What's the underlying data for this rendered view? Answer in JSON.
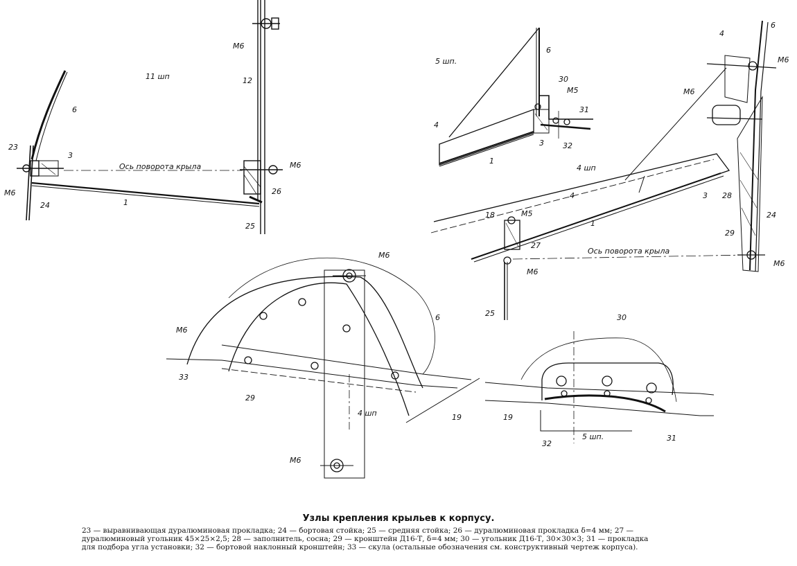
{
  "figure": {
    "title": "Узлы крепления крыльев к корпусу.",
    "legend_lines": [
      "23 — выравнивающая дуралюминовая прокладка; 24 — бортовая стойка; 25 — средняя стойка; 26 — дуралюминовая прокладка δ=4 мм; 27 —",
      "дуралюминовый угольник 45×25×2,5; 28 — заполнитель, сосна; 29 — кронштейн Д16-Т, δ=4 мм; 30 — угольник Д16-Т, 30×30×3; 31 — прокладка",
      "для подбора угла установки; 32 — бортовой наклонный кронштейн; 33 — скула (остальные обозначения см. конструктивный чертеж корпуса)."
    ]
  },
  "labels": {
    "axis_left": "Ось поворота крыла",
    "axis_right": "Ось поворота крыла",
    "frame_11": "11 шп",
    "frame_5_top": "5 шп.",
    "frame_4_right": "4 шп",
    "frame_4_bottom": "4 шп",
    "frame_5_bottom": "5 шп.",
    "m6": "М6",
    "m5": "М5",
    "n1": "1",
    "n3": "3",
    "n4": "4",
    "n6": "6",
    "n12": "12",
    "n18": "18",
    "n19": "19",
    "n23": "23",
    "n24": "24",
    "n25": "25",
    "n26": "26",
    "n27": "27",
    "n28": "28",
    "n29": "29",
    "n30": "30",
    "n31": "31",
    "n32": "32",
    "n33": "33"
  }
}
